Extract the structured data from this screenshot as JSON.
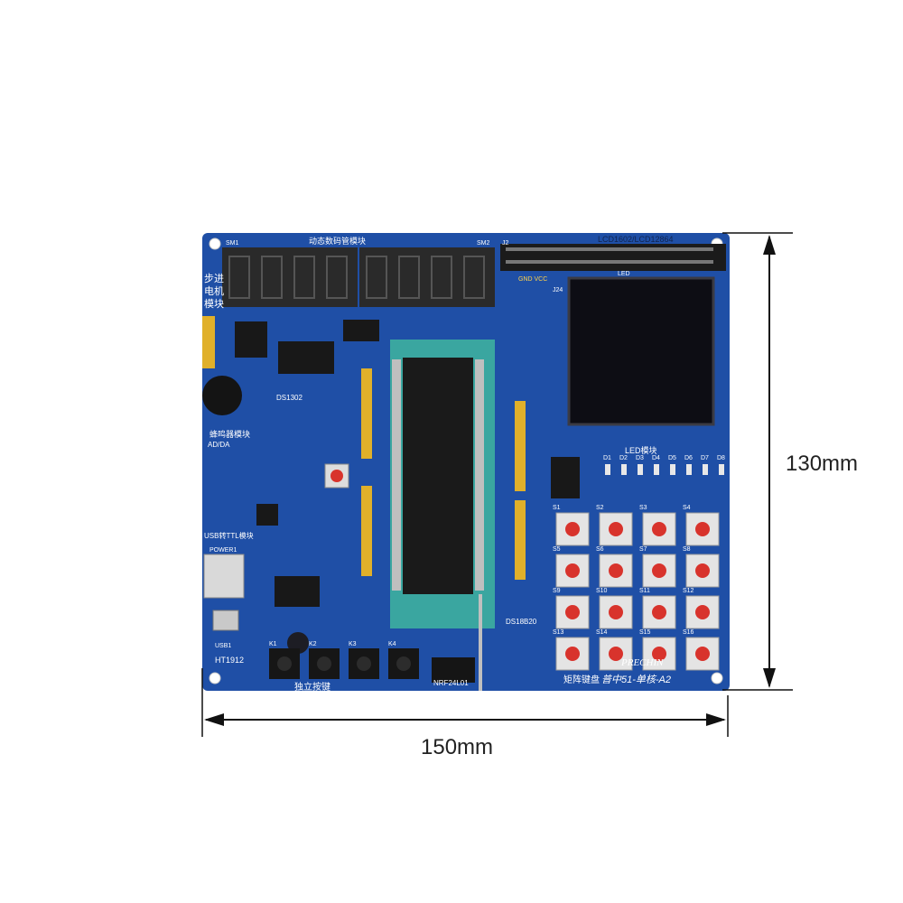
{
  "dimensions": {
    "height_label": "130mm",
    "width_label": "150mm"
  },
  "board": {
    "top_module_label": "动态数码管模块",
    "lcd_label": "LCD1602/LCD12864",
    "led_module_label": "LED模块",
    "stepper_label_1": "步进",
    "stepper_label_2": "电机",
    "stepper_label_3": "模块",
    "buzzer_label": "蜂鸣器模块",
    "adda_label": "AD/DA",
    "usb_ttl_label": "USB转TTL模块",
    "ds1302_label": "DS1302",
    "power_label": "POWER1",
    "usb_label": "USB1",
    "ht_label": "HT1912",
    "independent_keys_label": "独立按键",
    "nrf_label": "NRF24L01",
    "matrix_label": "矩阵键盘",
    "brand": "PRECHIN",
    "model": "普中51-单核-A2",
    "ds18b20_label": "DS18B20",
    "sm1": "SM1",
    "sm2": "SM2",
    "j2": "J2",
    "led_screen": "LED",
    "gnd_vcc": "GND VCC",
    "j24": "J24",
    "led_ids": [
      "D1",
      "D2",
      "D3",
      "D4",
      "D5",
      "D6",
      "D7",
      "D8"
    ],
    "matrix_keys": [
      "S1",
      "S2",
      "S3",
      "S4",
      "S5",
      "S6",
      "S7",
      "S8",
      "S9",
      "S10",
      "S11",
      "S12",
      "S13",
      "S14",
      "S15",
      "S16"
    ],
    "indep_keys": [
      "K1",
      "K2",
      "K3",
      "K4"
    ]
  },
  "colors": {
    "pcb": "#1f4fa6",
    "pcb_dark": "#173d86",
    "header": "#e0b02a",
    "key_red": "#d8332c"
  }
}
